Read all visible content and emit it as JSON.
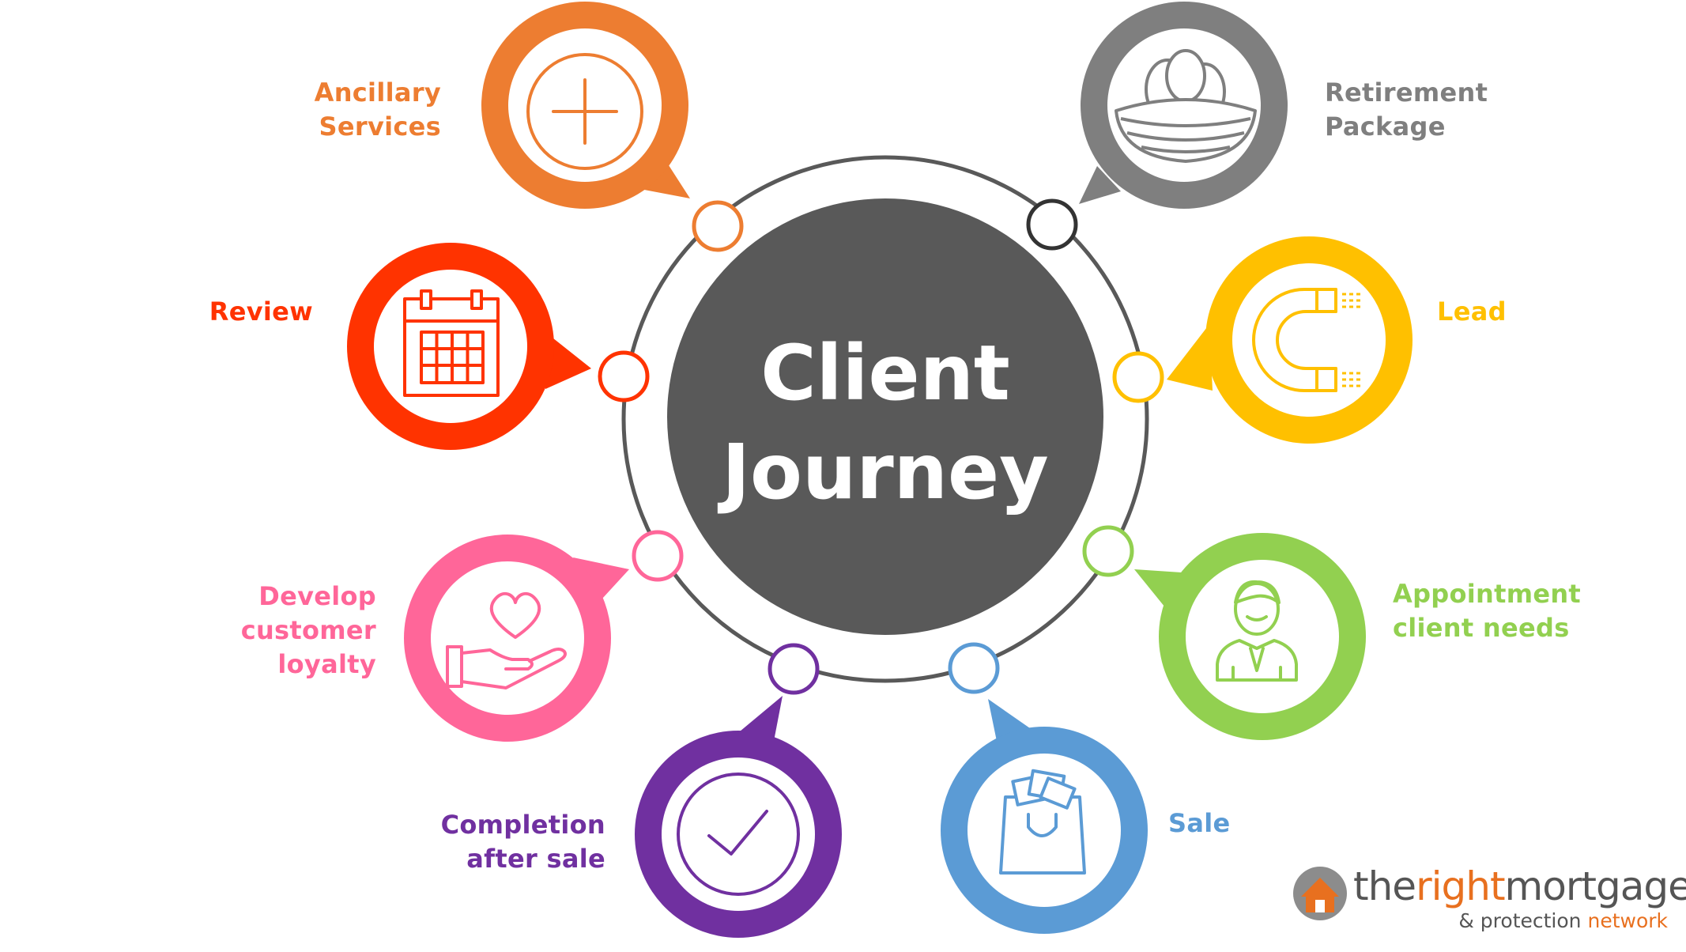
{
  "center": {
    "line1": "Client",
    "line2": "Journey"
  },
  "stages": [
    {
      "id": "ancillary-services",
      "lines": [
        "Ancillary",
        "Services"
      ],
      "color": "#ed7d31",
      "icon": "plus-circle-icon"
    },
    {
      "id": "retirement-package",
      "lines": [
        "Retirement",
        "Package"
      ],
      "color": "#7f7f7f",
      "icon": "nest-eggs-icon"
    },
    {
      "id": "review",
      "lines": [
        "Review"
      ],
      "color": "#ff3300",
      "icon": "calendar-icon"
    },
    {
      "id": "lead",
      "lines": [
        "Lead"
      ],
      "color": "#ffc000",
      "icon": "magnet-icon"
    },
    {
      "id": "develop-customer-loyalty",
      "lines": [
        "Develop",
        "customer",
        "loyalty"
      ],
      "color": "#ff6699",
      "icon": "heart-in-hand-icon"
    },
    {
      "id": "appointment-client-needs",
      "lines": [
        "Appointment",
        "client needs"
      ],
      "color": "#92d050",
      "icon": "businessman-icon"
    },
    {
      "id": "completion-after-sale",
      "lines": [
        "Completion",
        "after sale"
      ],
      "color": "#7030a0",
      "icon": "checkmark-circle-icon"
    },
    {
      "id": "sale",
      "lines": [
        "Sale"
      ],
      "color": "#5b9bd5",
      "icon": "shopping-bag-icon"
    }
  ],
  "colors": {
    "center_fill": "#595959",
    "ring": "#595959",
    "logo_accent": "#e8701f",
    "logo_text": "#555555"
  },
  "logo": {
    "part1": "the",
    "part2": "right",
    "part3": "mortgage",
    "sub1": "& protection ",
    "sub2": "network",
    "icon": "house-logo-icon"
  }
}
